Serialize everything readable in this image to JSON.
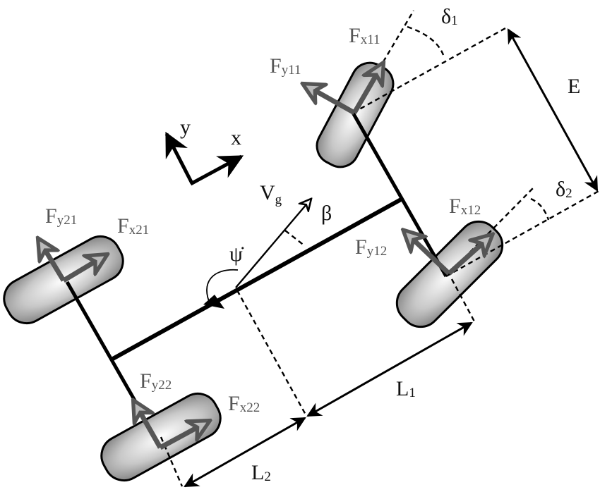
{
  "diagram": {
    "title": "Vehicle four-wheel planar dynamics model",
    "colors": {
      "line": "#000000",
      "force_arrow": "#555555",
      "label_gray": "#555555",
      "label_dark": "#111111",
      "tire_dark": "#8a8a8a",
      "tire_light": "#ffffff"
    },
    "coordinate_frame": {
      "x_label": "x",
      "y_label": "y"
    },
    "velocity": {
      "label_main": "V",
      "label_sub": "g"
    },
    "angles": {
      "sideslip": "β",
      "yaw_rate": "ψ̇",
      "steer_front_left": {
        "main": "δ",
        "sub": "1"
      },
      "steer_front_right": {
        "main": "δ",
        "sub": "2"
      }
    },
    "dimensions": {
      "track": "E",
      "front_distance": {
        "main": "L",
        "sub": "1"
      },
      "rear_distance": {
        "main": "L",
        "sub": "2"
      }
    },
    "wheels": [
      {
        "id": "front-left",
        "fx": {
          "main": "F",
          "sub": "x11"
        },
        "fy": {
          "main": "F",
          "sub": "y11"
        }
      },
      {
        "id": "front-right",
        "fx": {
          "main": "F",
          "sub": "x12"
        },
        "fy": {
          "main": "F",
          "sub": "y12"
        }
      },
      {
        "id": "rear-left",
        "fx": {
          "main": "F",
          "sub": "x21"
        },
        "fy": {
          "main": "F",
          "sub": "y21"
        }
      },
      {
        "id": "rear-right",
        "fx": {
          "main": "F",
          "sub": "x22"
        },
        "fy": {
          "main": "F",
          "sub": "y22"
        }
      }
    ]
  }
}
